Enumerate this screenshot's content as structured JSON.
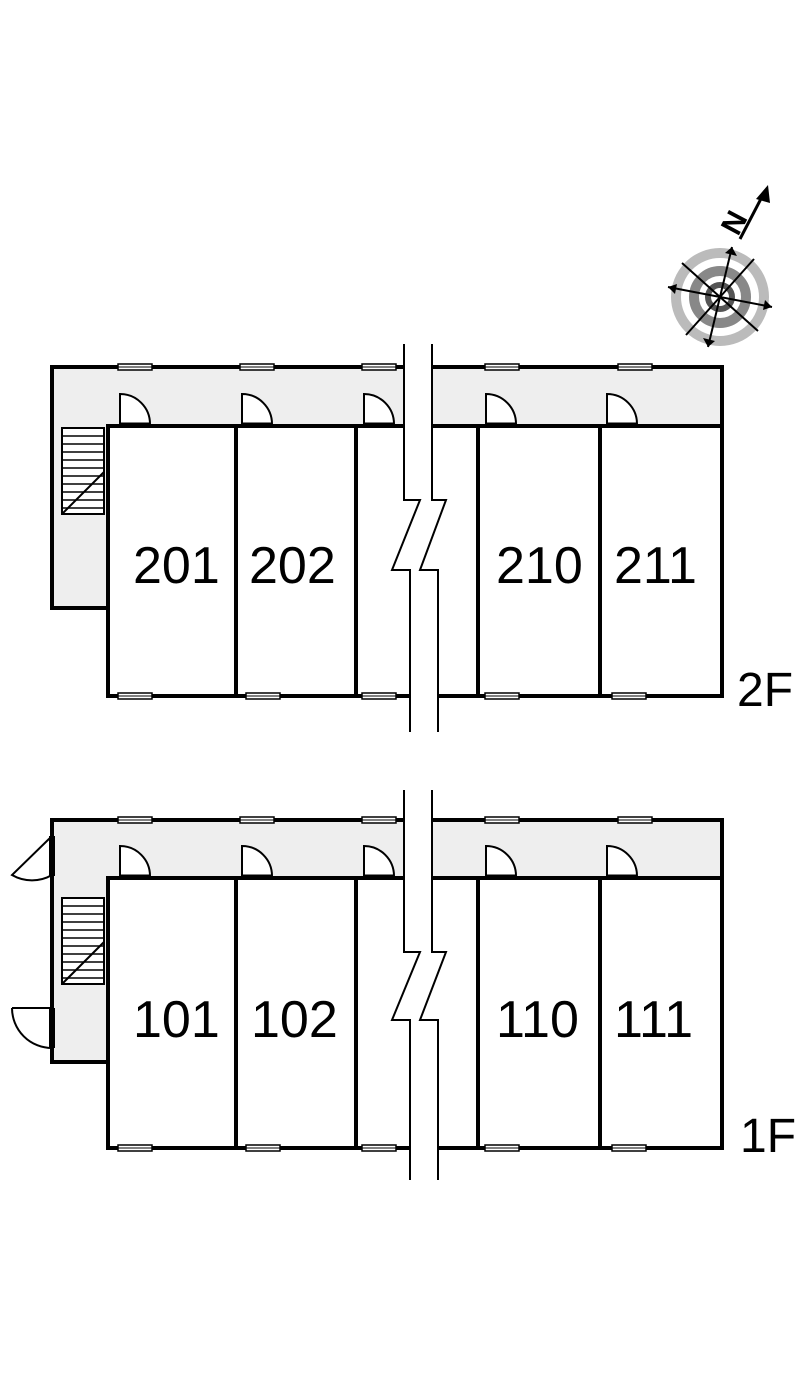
{
  "floors": [
    {
      "label": "2F",
      "units": [
        "201",
        "202",
        "210",
        "211"
      ]
    },
    {
      "label": "1F",
      "units": [
        "101",
        "102",
        "110",
        "111"
      ]
    }
  ],
  "compass": {
    "label": "N",
    "icon": "compass-rose-icon"
  },
  "colors": {
    "corridor": "#eeeeee",
    "line": "#000000",
    "background": "#ffffff"
  }
}
